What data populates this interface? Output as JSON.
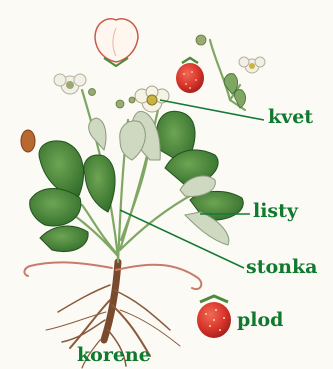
{
  "labels": {
    "flower": "kvet",
    "leaves": "listy",
    "stem": "stonka",
    "fruit": "plod",
    "roots": "korene"
  },
  "colors": {
    "label_text": "#0f7a2e",
    "pointer_line": "#137a36",
    "leaf": "#4f8a3c",
    "leaf_dark": "#2f6b2a",
    "fruit": "#d8342b",
    "petal": "#f5f2e6",
    "root": "#8a5a3a",
    "seed": "#b8692f"
  }
}
